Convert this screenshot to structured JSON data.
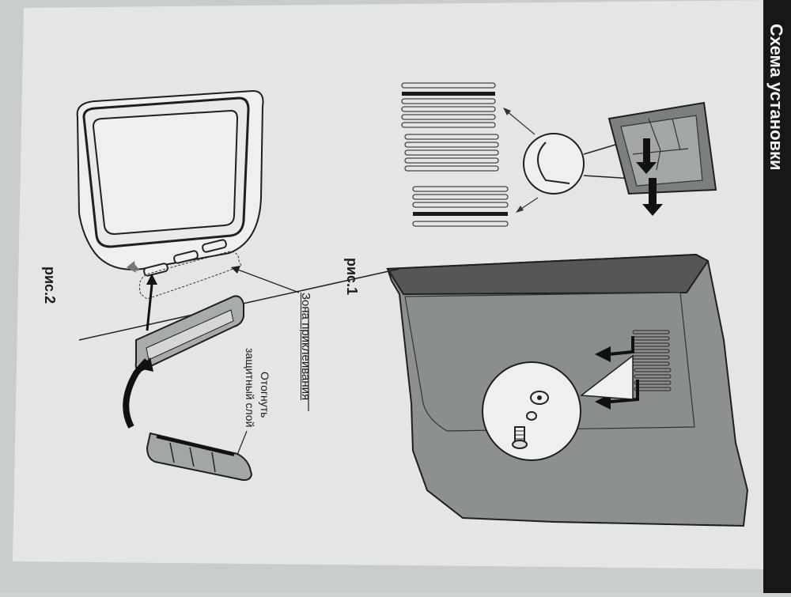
{
  "header": {
    "title": "Схема установки"
  },
  "figure1": {
    "caption": "рис.1"
  },
  "figure2": {
    "caption": "рис.2",
    "label_zone": "Зона приклеивания",
    "label_peel_line1": "Отогнуть",
    "label_peel_line2": "защитный слой"
  },
  "colors": {
    "paper": "#e4e6e6",
    "ink": "#1a1a1a",
    "gray_fill": "#8e9191",
    "dark_fill": "#555757"
  }
}
